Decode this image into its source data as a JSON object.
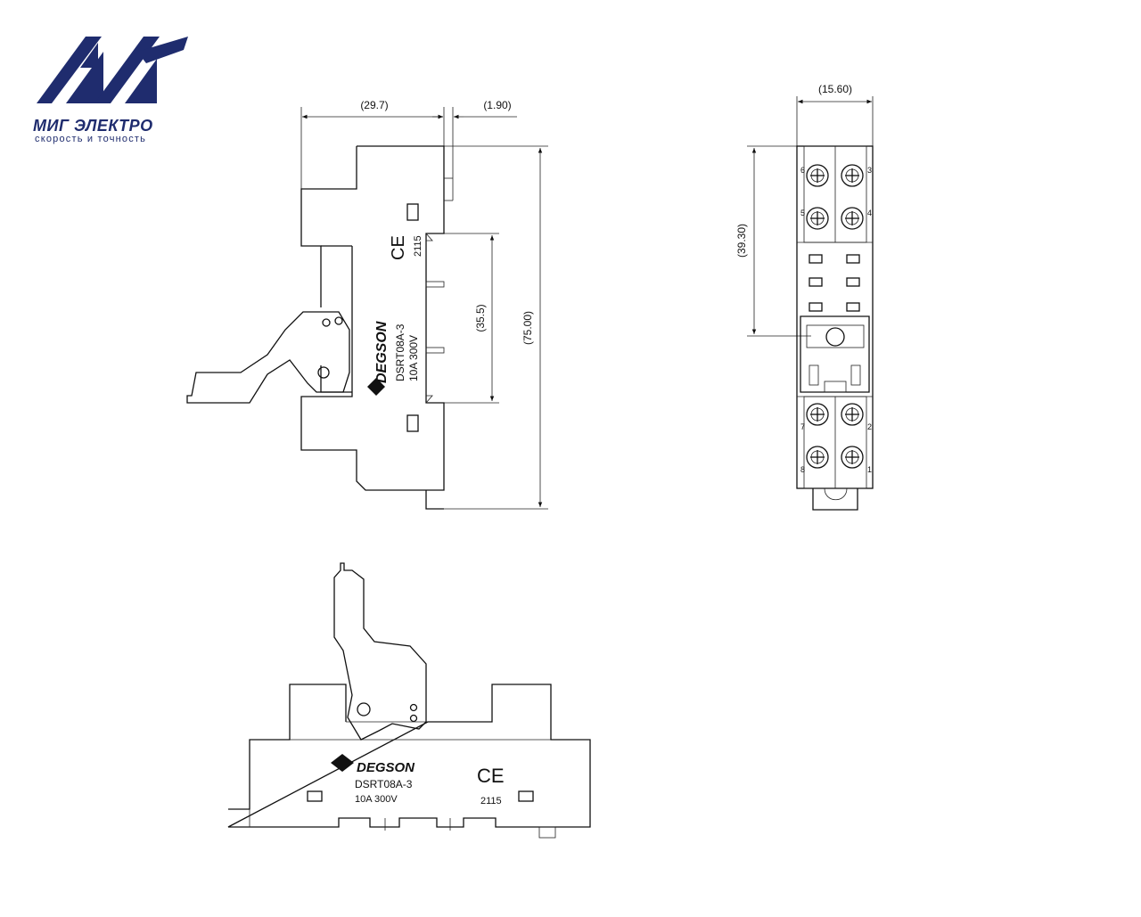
{
  "logo": {
    "name": "МИГ ЭЛЕКТРО",
    "tagline": "скорость и точность",
    "color": "#1f2c6e"
  },
  "views": {
    "side": {
      "dims": {
        "width_top": "(29.7)",
        "offset_top": "(1.90)",
        "rail": "(35.5)",
        "height": "(75.00)"
      },
      "brand": "DEGSON",
      "model": "DSRT08A-3",
      "rating": "10A 300V",
      "ce": "CE",
      "date_code": "2115"
    },
    "top": {
      "dims": {
        "width": "(15.60)",
        "pitch": "(39.30)"
      },
      "terminals": [
        "6",
        "3",
        "5",
        "4",
        "7",
        "2",
        "8",
        "1"
      ]
    },
    "front": {
      "brand": "DEGSON",
      "model": "DSRT08A-3",
      "rating": "10A 300V",
      "ce": "CE",
      "date_code": "2115"
    }
  }
}
